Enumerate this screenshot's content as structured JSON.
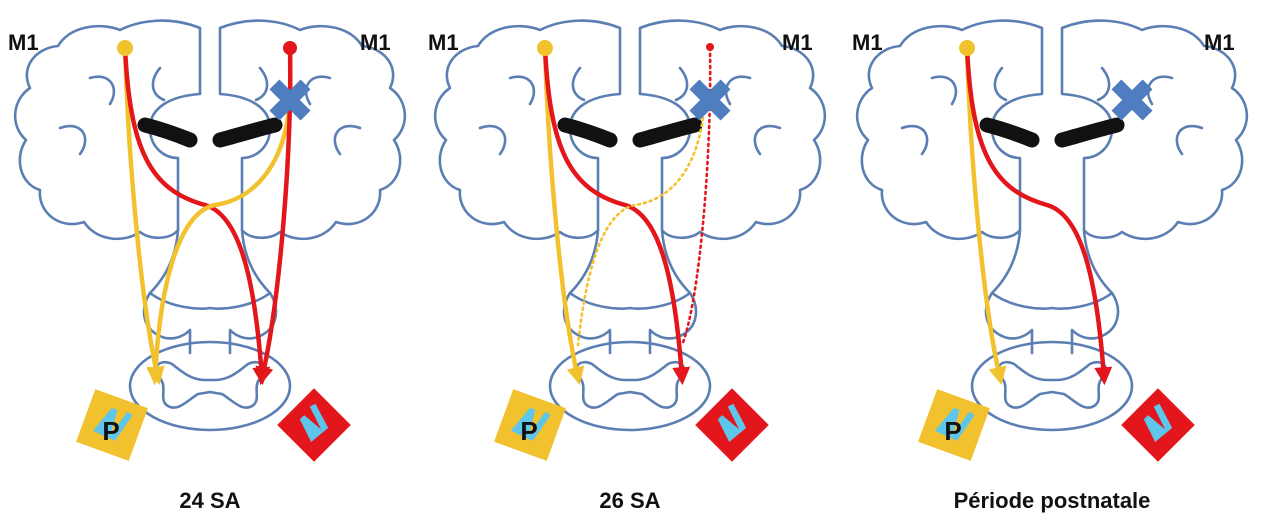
{
  "panels": [
    {
      "id": "p1",
      "left_label": "M1",
      "right_label": "M1",
      "caption": "24 SA",
      "left_badge": "P",
      "right_hand_badge": ""
    },
    {
      "id": "p2",
      "left_label": "M1",
      "right_label": "M1",
      "caption": "26 SA",
      "left_badge": "P",
      "right_hand_badge": ""
    },
    {
      "id": "p3",
      "left_label": "M1",
      "right_label": "M1",
      "caption": "Période postnatale",
      "left_badge": "P",
      "right_hand_badge": ""
    }
  ],
  "colors": {
    "yellow": "#f2c12e",
    "red": "#e3161b",
    "blue_cross": "#4f7ec0",
    "outline": "#5b7fb3",
    "hand": "#5ec6ea"
  }
}
